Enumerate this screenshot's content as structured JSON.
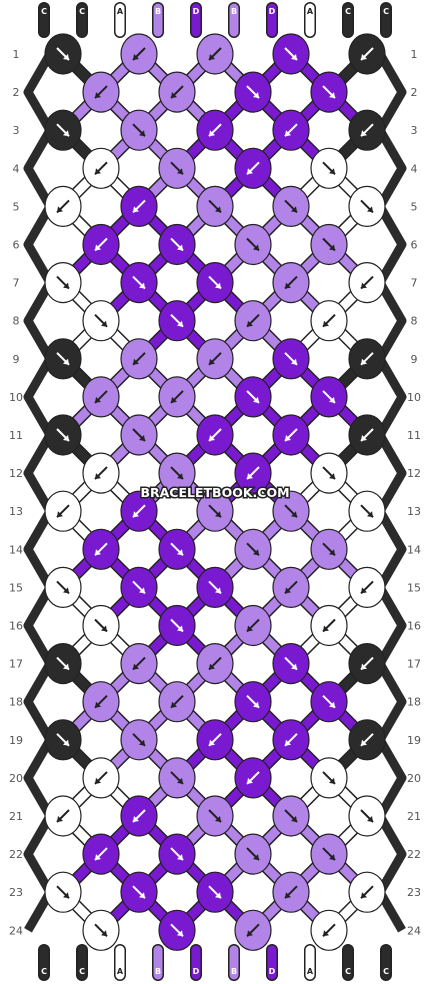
{
  "watermark": "BRACELETBOOK.COM",
  "colors": {
    "C": "#2b2b2b",
    "A": "#ffffff",
    "B": "#b384e8",
    "D": "#7a1ad0",
    "outline": "#222222",
    "rownum": "#555555"
  },
  "strands": [
    "C",
    "C",
    "A",
    "B",
    "D",
    "B",
    "D",
    "A",
    "C",
    "C"
  ],
  "end_strands": [
    "C",
    "C",
    "A",
    "B",
    "D",
    "B",
    "D",
    "A",
    "C",
    "C"
  ],
  "rows": [
    "1",
    "2",
    "3",
    "4",
    "5",
    "6",
    "7",
    "8",
    "9",
    "10",
    "11",
    "12",
    "13",
    "14",
    "15",
    "16",
    "17",
    "18",
    "19",
    "20",
    "21",
    "22",
    "23",
    "24"
  ],
  "knots": [
    [
      {
        "c": "C",
        "d": "r"
      },
      {
        "c": "B",
        "d": "l"
      },
      {
        "c": "B",
        "d": "l"
      },
      {
        "c": "D",
        "d": "r"
      },
      {
        "c": "C",
        "d": "l"
      }
    ],
    [
      {
        "c": "B",
        "d": "l"
      },
      {
        "c": "B",
        "d": "l"
      },
      {
        "c": "D",
        "d": "r"
      },
      {
        "c": "D",
        "d": "r"
      }
    ],
    [
      {
        "c": "C",
        "d": "r"
      },
      {
        "c": "B",
        "d": "r"
      },
      {
        "c": "D",
        "d": "l"
      },
      {
        "c": "D",
        "d": "l"
      },
      {
        "c": "C",
        "d": "l"
      }
    ],
    [
      {
        "c": "A",
        "d": "l"
      },
      {
        "c": "B",
        "d": "r"
      },
      {
        "c": "D",
        "d": "l"
      },
      {
        "c": "A",
        "d": "r"
      }
    ],
    [
      {
        "c": "A",
        "d": "l"
      },
      {
        "c": "D",
        "d": "l"
      },
      {
        "c": "B",
        "d": "r"
      },
      {
        "c": "B",
        "d": "r"
      },
      {
        "c": "A",
        "d": "r"
      }
    ],
    [
      {
        "c": "D",
        "d": "l"
      },
      {
        "c": "D",
        "d": "r"
      },
      {
        "c": "B",
        "d": "rr"
      },
      {
        "c": "B",
        "d": "rr"
      }
    ],
    [
      {
        "c": "A",
        "d": "r"
      },
      {
        "c": "D",
        "d": "r"
      },
      {
        "c": "D",
        "d": "r"
      },
      {
        "c": "B",
        "d": "l"
      },
      {
        "c": "A",
        "d": "l"
      }
    ],
    [
      {
        "c": "A",
        "d": "r"
      },
      {
        "c": "D",
        "d": "r"
      },
      {
        "c": "B",
        "d": "l"
      },
      {
        "c": "A",
        "d": "l"
      }
    ],
    [
      {
        "c": "C",
        "d": "r"
      },
      {
        "c": "B",
        "d": "l"
      },
      {
        "c": "B",
        "d": "l"
      },
      {
        "c": "D",
        "d": "r"
      },
      {
        "c": "C",
        "d": "l"
      }
    ],
    [
      {
        "c": "B",
        "d": "l"
      },
      {
        "c": "B",
        "d": "l"
      },
      {
        "c": "D",
        "d": "r"
      },
      {
        "c": "D",
        "d": "r"
      }
    ],
    [
      {
        "c": "C",
        "d": "r"
      },
      {
        "c": "B",
        "d": "r"
      },
      {
        "c": "D",
        "d": "l"
      },
      {
        "c": "D",
        "d": "l"
      },
      {
        "c": "C",
        "d": "l"
      }
    ],
    [
      {
        "c": "A",
        "d": "l"
      },
      {
        "c": "B",
        "d": "r"
      },
      {
        "c": "D",
        "d": "l"
      },
      {
        "c": "A",
        "d": "r"
      }
    ],
    [
      {
        "c": "A",
        "d": "l"
      },
      {
        "c": "D",
        "d": "l"
      },
      {
        "c": "B",
        "d": "r"
      },
      {
        "c": "B",
        "d": "r"
      },
      {
        "c": "A",
        "d": "r"
      }
    ],
    [
      {
        "c": "D",
        "d": "l"
      },
      {
        "c": "D",
        "d": "r"
      },
      {
        "c": "B",
        "d": "rr"
      },
      {
        "c": "B",
        "d": "rr"
      }
    ],
    [
      {
        "c": "A",
        "d": "r"
      },
      {
        "c": "D",
        "d": "r"
      },
      {
        "c": "D",
        "d": "r"
      },
      {
        "c": "B",
        "d": "l"
      },
      {
        "c": "A",
        "d": "l"
      }
    ],
    [
      {
        "c": "A",
        "d": "r"
      },
      {
        "c": "D",
        "d": "r"
      },
      {
        "c": "B",
        "d": "l"
      },
      {
        "c": "A",
        "d": "l"
      }
    ],
    [
      {
        "c": "C",
        "d": "r"
      },
      {
        "c": "B",
        "d": "l"
      },
      {
        "c": "B",
        "d": "l"
      },
      {
        "c": "D",
        "d": "r"
      },
      {
        "c": "C",
        "d": "l"
      }
    ],
    [
      {
        "c": "B",
        "d": "l"
      },
      {
        "c": "B",
        "d": "l"
      },
      {
        "c": "D",
        "d": "r"
      },
      {
        "c": "D",
        "d": "r"
      }
    ],
    [
      {
        "c": "C",
        "d": "r"
      },
      {
        "c": "B",
        "d": "r"
      },
      {
        "c": "D",
        "d": "l"
      },
      {
        "c": "D",
        "d": "l"
      },
      {
        "c": "C",
        "d": "l"
      }
    ],
    [
      {
        "c": "A",
        "d": "l"
      },
      {
        "c": "B",
        "d": "r"
      },
      {
        "c": "D",
        "d": "l"
      },
      {
        "c": "A",
        "d": "r"
      }
    ],
    [
      {
        "c": "A",
        "d": "l"
      },
      {
        "c": "D",
        "d": "l"
      },
      {
        "c": "B",
        "d": "r"
      },
      {
        "c": "B",
        "d": "r"
      },
      {
        "c": "A",
        "d": "r"
      }
    ],
    [
      {
        "c": "D",
        "d": "l"
      },
      {
        "c": "D",
        "d": "r"
      },
      {
        "c": "B",
        "d": "rr"
      },
      {
        "c": "B",
        "d": "rr"
      }
    ],
    [
      {
        "c": "A",
        "d": "r"
      },
      {
        "c": "D",
        "d": "r"
      },
      {
        "c": "D",
        "d": "r"
      },
      {
        "c": "B",
        "d": "l"
      },
      {
        "c": "A",
        "d": "l"
      }
    ],
    [
      {
        "c": "A",
        "d": "r"
      },
      {
        "c": "D",
        "d": "r"
      },
      {
        "c": "B",
        "d": "l"
      },
      {
        "c": "A",
        "d": "l"
      }
    ]
  ]
}
